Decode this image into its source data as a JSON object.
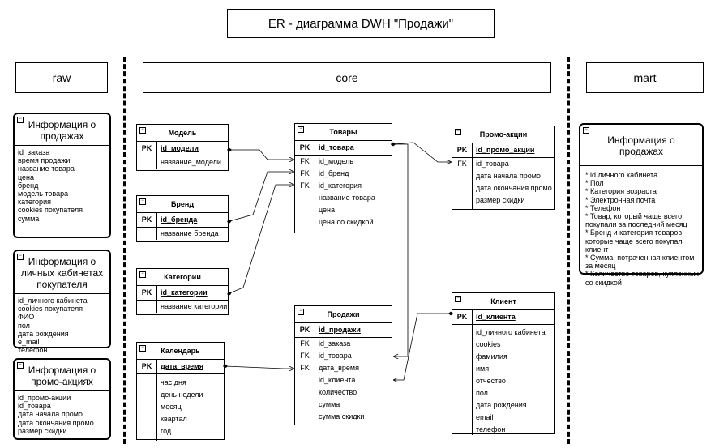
{
  "title": "ER - диаграмма DWH \"Продажи\"",
  "sections": {
    "raw": "raw",
    "core": "core",
    "mart": "mart"
  },
  "raw": [
    {
      "title": "Информация о продажах",
      "fields": [
        "id_заказа",
        "время продажи",
        "название товара",
        "цена",
        "бренд",
        "модель товара",
        "категория",
        "cookies покупателя",
        "сумма"
      ]
    },
    {
      "title": "Информация о личных кабинетах покупателя",
      "fields": [
        "id_личного кабинета",
        "cookies покупателя",
        "ФИО",
        "пол",
        "дата рождения",
        "e_mail",
        "телефон"
      ]
    },
    {
      "title": "Информация о промо-акциях",
      "fields": [
        "id_промо-акции",
        "id_товара",
        "дата начала промо",
        "дата окончания промо",
        "размер скидки"
      ]
    }
  ],
  "core": {
    "model": {
      "title": "Модель",
      "pk": "id_модели",
      "fields": [
        "название_модели"
      ]
    },
    "brand": {
      "title": "Бренд",
      "pk": "id_бренда",
      "fields": [
        "название бренда"
      ]
    },
    "category": {
      "title": "Категории",
      "pk": "id_категории",
      "fields": [
        "название категории"
      ]
    },
    "calendar": {
      "title": "Календарь",
      "pk": "дата_время",
      "fields": [
        "час дня",
        "день недели",
        "месяц",
        "квартал",
        "год"
      ]
    },
    "goods": {
      "title": "Товары",
      "pk": "id_товара",
      "fields": [
        {
          "key": "FK",
          "name": "id_модель"
        },
        {
          "key": "FK",
          "name": "id_бренд"
        },
        {
          "key": "FK",
          "name": "id_категория"
        },
        {
          "key": "",
          "name": "название товара"
        },
        {
          "key": "",
          "name": "цена"
        },
        {
          "key": "",
          "name": "цена со скидкой"
        }
      ]
    },
    "sales": {
      "title": "Продажи",
      "pk": "id_продажи",
      "fields": [
        {
          "key": "",
          "name": "id_заказа"
        },
        {
          "key": "FK",
          "name": "id_товара"
        },
        {
          "key": "FK",
          "name": "дата_время"
        },
        {
          "key": "FK",
          "name": "id_клиента"
        },
        {
          "key": "",
          "name": "количество"
        },
        {
          "key": "",
          "name": "сумма"
        },
        {
          "key": "",
          "name": "сумма скидки"
        }
      ]
    },
    "promo": {
      "title": "Промо-акции",
      "pk": "id_промо_акции",
      "fields": [
        {
          "key": "FK",
          "name": "id_товара"
        },
        {
          "key": "",
          "name": "дата начала промо"
        },
        {
          "key": "",
          "name": "дата окончания промо"
        },
        {
          "key": "",
          "name": "размер скидки"
        }
      ]
    },
    "client": {
      "title": "Клиент",
      "pk": "id_клиента",
      "fields": [
        "id_личного кабинета",
        "cookies",
        "фамилия",
        "имя",
        "отчество",
        "пол",
        "дата рождения",
        "email",
        "телефон"
      ]
    }
  },
  "mart": {
    "title": "Информация о продажах",
    "lines": [
      "*  id личного кабинета",
      "*  Пол",
      "*  Категория возраста",
      "*  Электронная почта",
      "*  Телефон",
      "*  Товар, который чаще всего",
      "покупали за последний месяц",
      "* Бренд и категория товаров,",
      "которые чаще всего покупал клиент",
      "*  Сумма, потраченная клиентом",
      "за месяц",
      "*  Количество товаров, купленных",
      "со скидкой"
    ]
  }
}
